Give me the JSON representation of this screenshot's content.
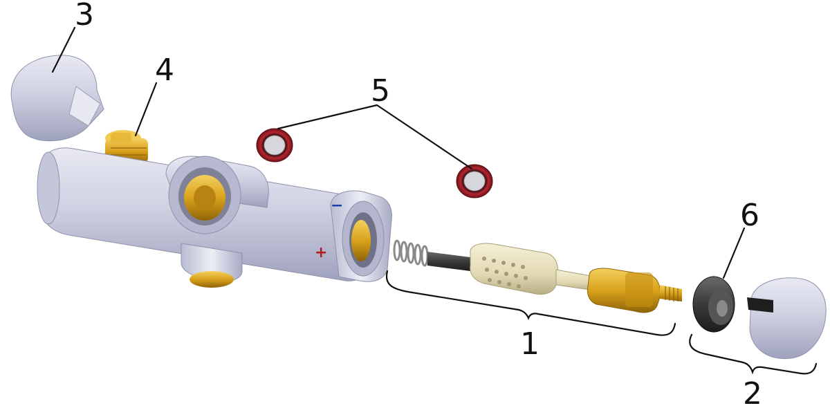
{
  "labels": {
    "assembly_cartridge": "1",
    "assembly_knob": "2",
    "handle_left": "3",
    "valve_insert": "4",
    "filter_seals": "5",
    "stop_ring": "6"
  },
  "body_markings": {
    "cold": "−",
    "hot": "+"
  },
  "colors": {
    "background": "#ffffff",
    "body_metal": "#c8cadb",
    "brass": "#d9a21c",
    "seal_red": "#a3202a",
    "filter_mesh": "#d8d8dc",
    "cartridge_cream": "#e8e1c0",
    "stop_ring_dark": "#3a3a3a",
    "leader_line": "#111111",
    "mark_hot": "#b01d25",
    "mark_cold": "#1f3fa8"
  }
}
